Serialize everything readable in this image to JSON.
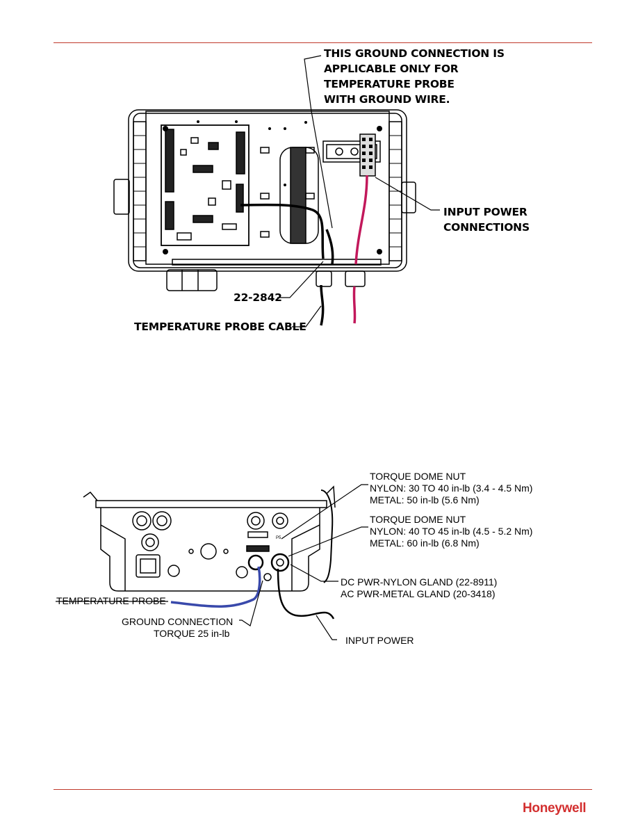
{
  "header": {
    "accent_color": "#c0392b"
  },
  "figure1": {
    "note_line1": "THIS GROUND CONNECTION IS",
    "note_line2": "APPLICABLE ONLY FOR",
    "note_line3": "TEMPERATURE PROBE",
    "note_line4": "WITH GROUND WIRE.",
    "power_line1": "INPUT POWER",
    "power_line2": "CONNECTIONS",
    "part_number": "22-2842",
    "probe_cable": "TEMPERATURE PROBE CABLE"
  },
  "figure2": {
    "dome1_title": "TORQUE DOME NUT",
    "dome1_nylon": "NYLON: 30 TO 40 in-lb (3.4 - 4.5 Nm)",
    "dome1_metal": "METAL: 50 in-lb (5.6 Nm)",
    "dome2_title": "TORQUE DOME NUT",
    "dome2_nylon": "NYLON: 40 TO 45 in-lb (4.5 - 5.2 Nm)",
    "dome2_metal": "METAL: 60 in-lb (6.8 Nm)",
    "gland_dc": "DC PWR-NYLON GLAND (22-8911)",
    "gland_ac": "AC PWR-METAL GLAND (20-3418)",
    "temp_probe": "TEMPERATURE PROBE",
    "ground_line1": "GROUND CONNECTION",
    "ground_line2": "TORQUE 25 in-lb",
    "input_power": "INPUT POWER"
  },
  "footer": {
    "brand": "Honeywell",
    "brand_color": "#d32f2f"
  }
}
